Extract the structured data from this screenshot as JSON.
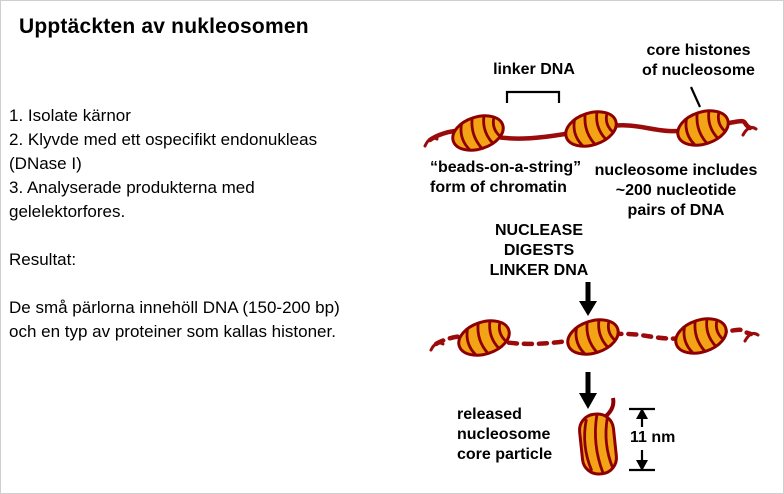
{
  "left_panel": {
    "title": "Upptäckten av nukleosomen",
    "steps": [
      "1. Isolate kärnor",
      "2. Klyvde med ett ospecifikt endonukleas",
      "(DNase I)",
      "3. Analyserade produkterna med",
      "gelelektorfores."
    ],
    "result_heading": "Resultat:",
    "result_lines": [
      "De små pärlorna innehöll DNA (150-200 bp)",
      "och en typ av proteiner som kallas histoner."
    ]
  },
  "diagram": {
    "labels": {
      "linker_dna": "linker DNA",
      "core_histones": [
        "core histones",
        "of nucleosome"
      ],
      "beads_on_string": [
        "“beads-on-a-string”",
        "form of chromatin"
      ],
      "nucleosome_includes": [
        "nucleosome includes",
        "~200 nucleotide",
        "pairs of DNA"
      ],
      "nuclease": [
        "NUCLEASE",
        "DIGESTS",
        "LINKER DNA"
      ],
      "released": [
        "released",
        "nucleosome",
        "core particle"
      ],
      "measure": "11 nm"
    },
    "colors": {
      "dna": "#9B0B0B",
      "histone_fill": "#F2A416",
      "histone_outline": "#8E0000",
      "annotation": "#000000"
    }
  }
}
